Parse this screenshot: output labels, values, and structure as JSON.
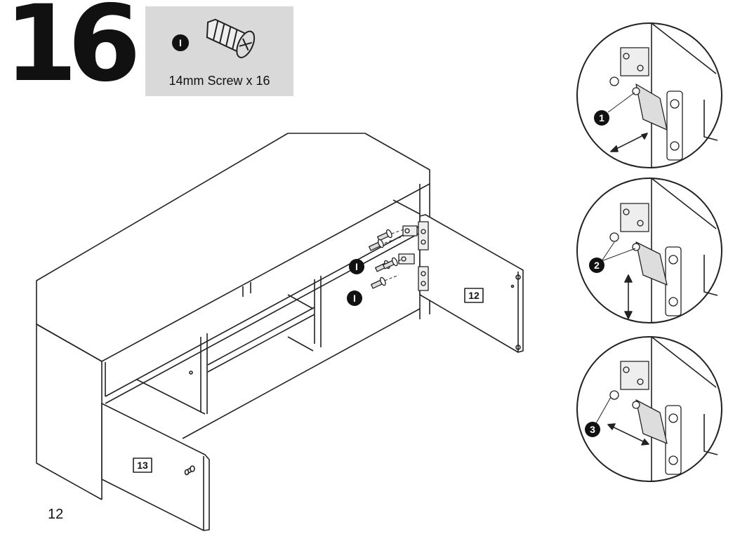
{
  "step": {
    "number": "16"
  },
  "parts": {
    "callout_letter": "I",
    "caption": "14mm Screw x 16",
    "icon": "screw-icon"
  },
  "panels": {
    "door_left_label": "13",
    "door_right_label": "12"
  },
  "callouts": {
    "screw_letter": "I"
  },
  "details": [
    {
      "step": "1",
      "action": "horizontal-adjust"
    },
    {
      "step": "2",
      "action": "vertical-adjust"
    },
    {
      "step": "3",
      "action": "depth-adjust"
    }
  ],
  "page": {
    "number": "12"
  }
}
